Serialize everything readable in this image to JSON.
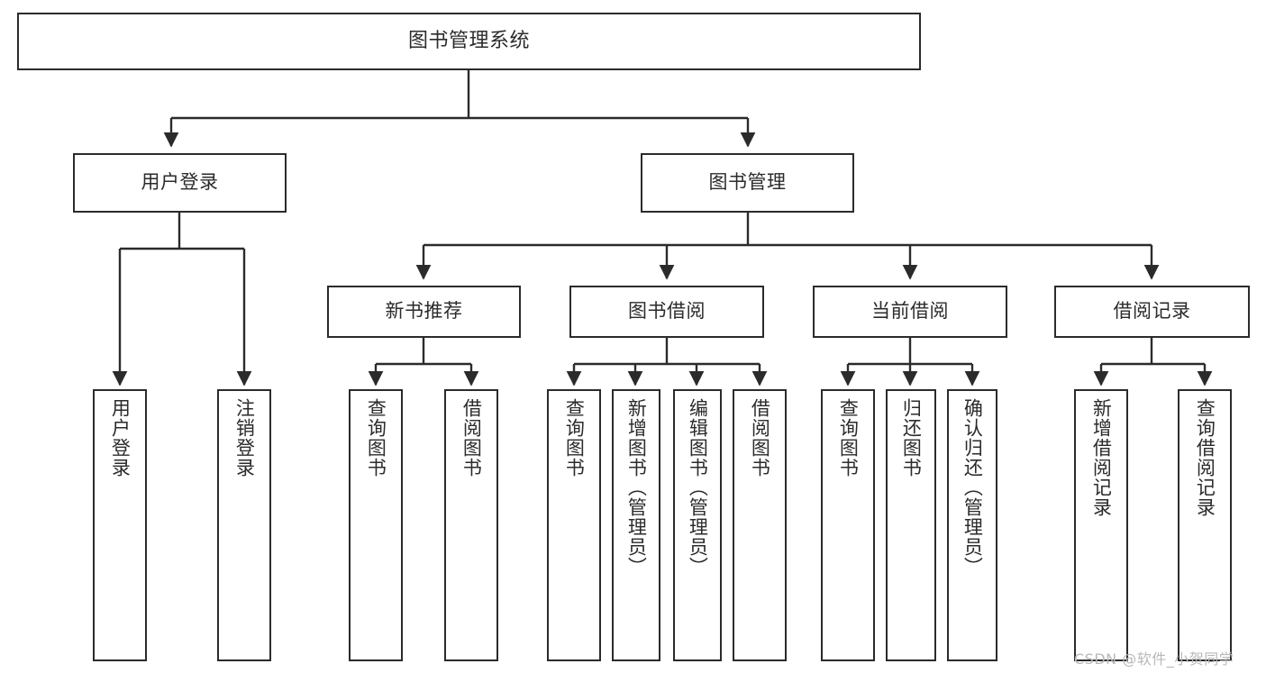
{
  "diagram": {
    "title": "图书管理系统",
    "type": "功能结构图",
    "watermark": "CSDN @软件_小贺同学",
    "colors": {
      "box_border": "#2b2b2b",
      "box_fill": "#ffffff",
      "connector": "#2b2b2b",
      "text": "#2b2b2b",
      "watermark": "#b8b8b8",
      "background": "#ffffff"
    },
    "root": {
      "label": "图书管理系统"
    },
    "level1": [
      {
        "label": "用户登录"
      },
      {
        "label": "图书管理"
      }
    ],
    "level2": [
      {
        "label": "新书推荐"
      },
      {
        "label": "图书借阅"
      },
      {
        "label": "当前借阅"
      },
      {
        "label": "借阅记录"
      }
    ],
    "leaves": {
      "user_login": [
        {
          "label": "用户登录"
        },
        {
          "label": "注销登录"
        }
      ],
      "new_book_recommend": [
        {
          "label": "查询图书"
        },
        {
          "label": "借阅图书"
        }
      ],
      "book_borrow": [
        {
          "label": "查询图书"
        },
        {
          "label": "新增图书（管理员）"
        },
        {
          "label": "编辑图书（管理员）"
        },
        {
          "label": "借阅图书"
        }
      ],
      "current_borrow": [
        {
          "label": "查询图书"
        },
        {
          "label": "归还图书"
        },
        {
          "label": "确认归还（管理员）"
        }
      ],
      "borrow_record": [
        {
          "label": "新增借阅记录"
        },
        {
          "label": "查询借阅记录"
        }
      ]
    }
  }
}
